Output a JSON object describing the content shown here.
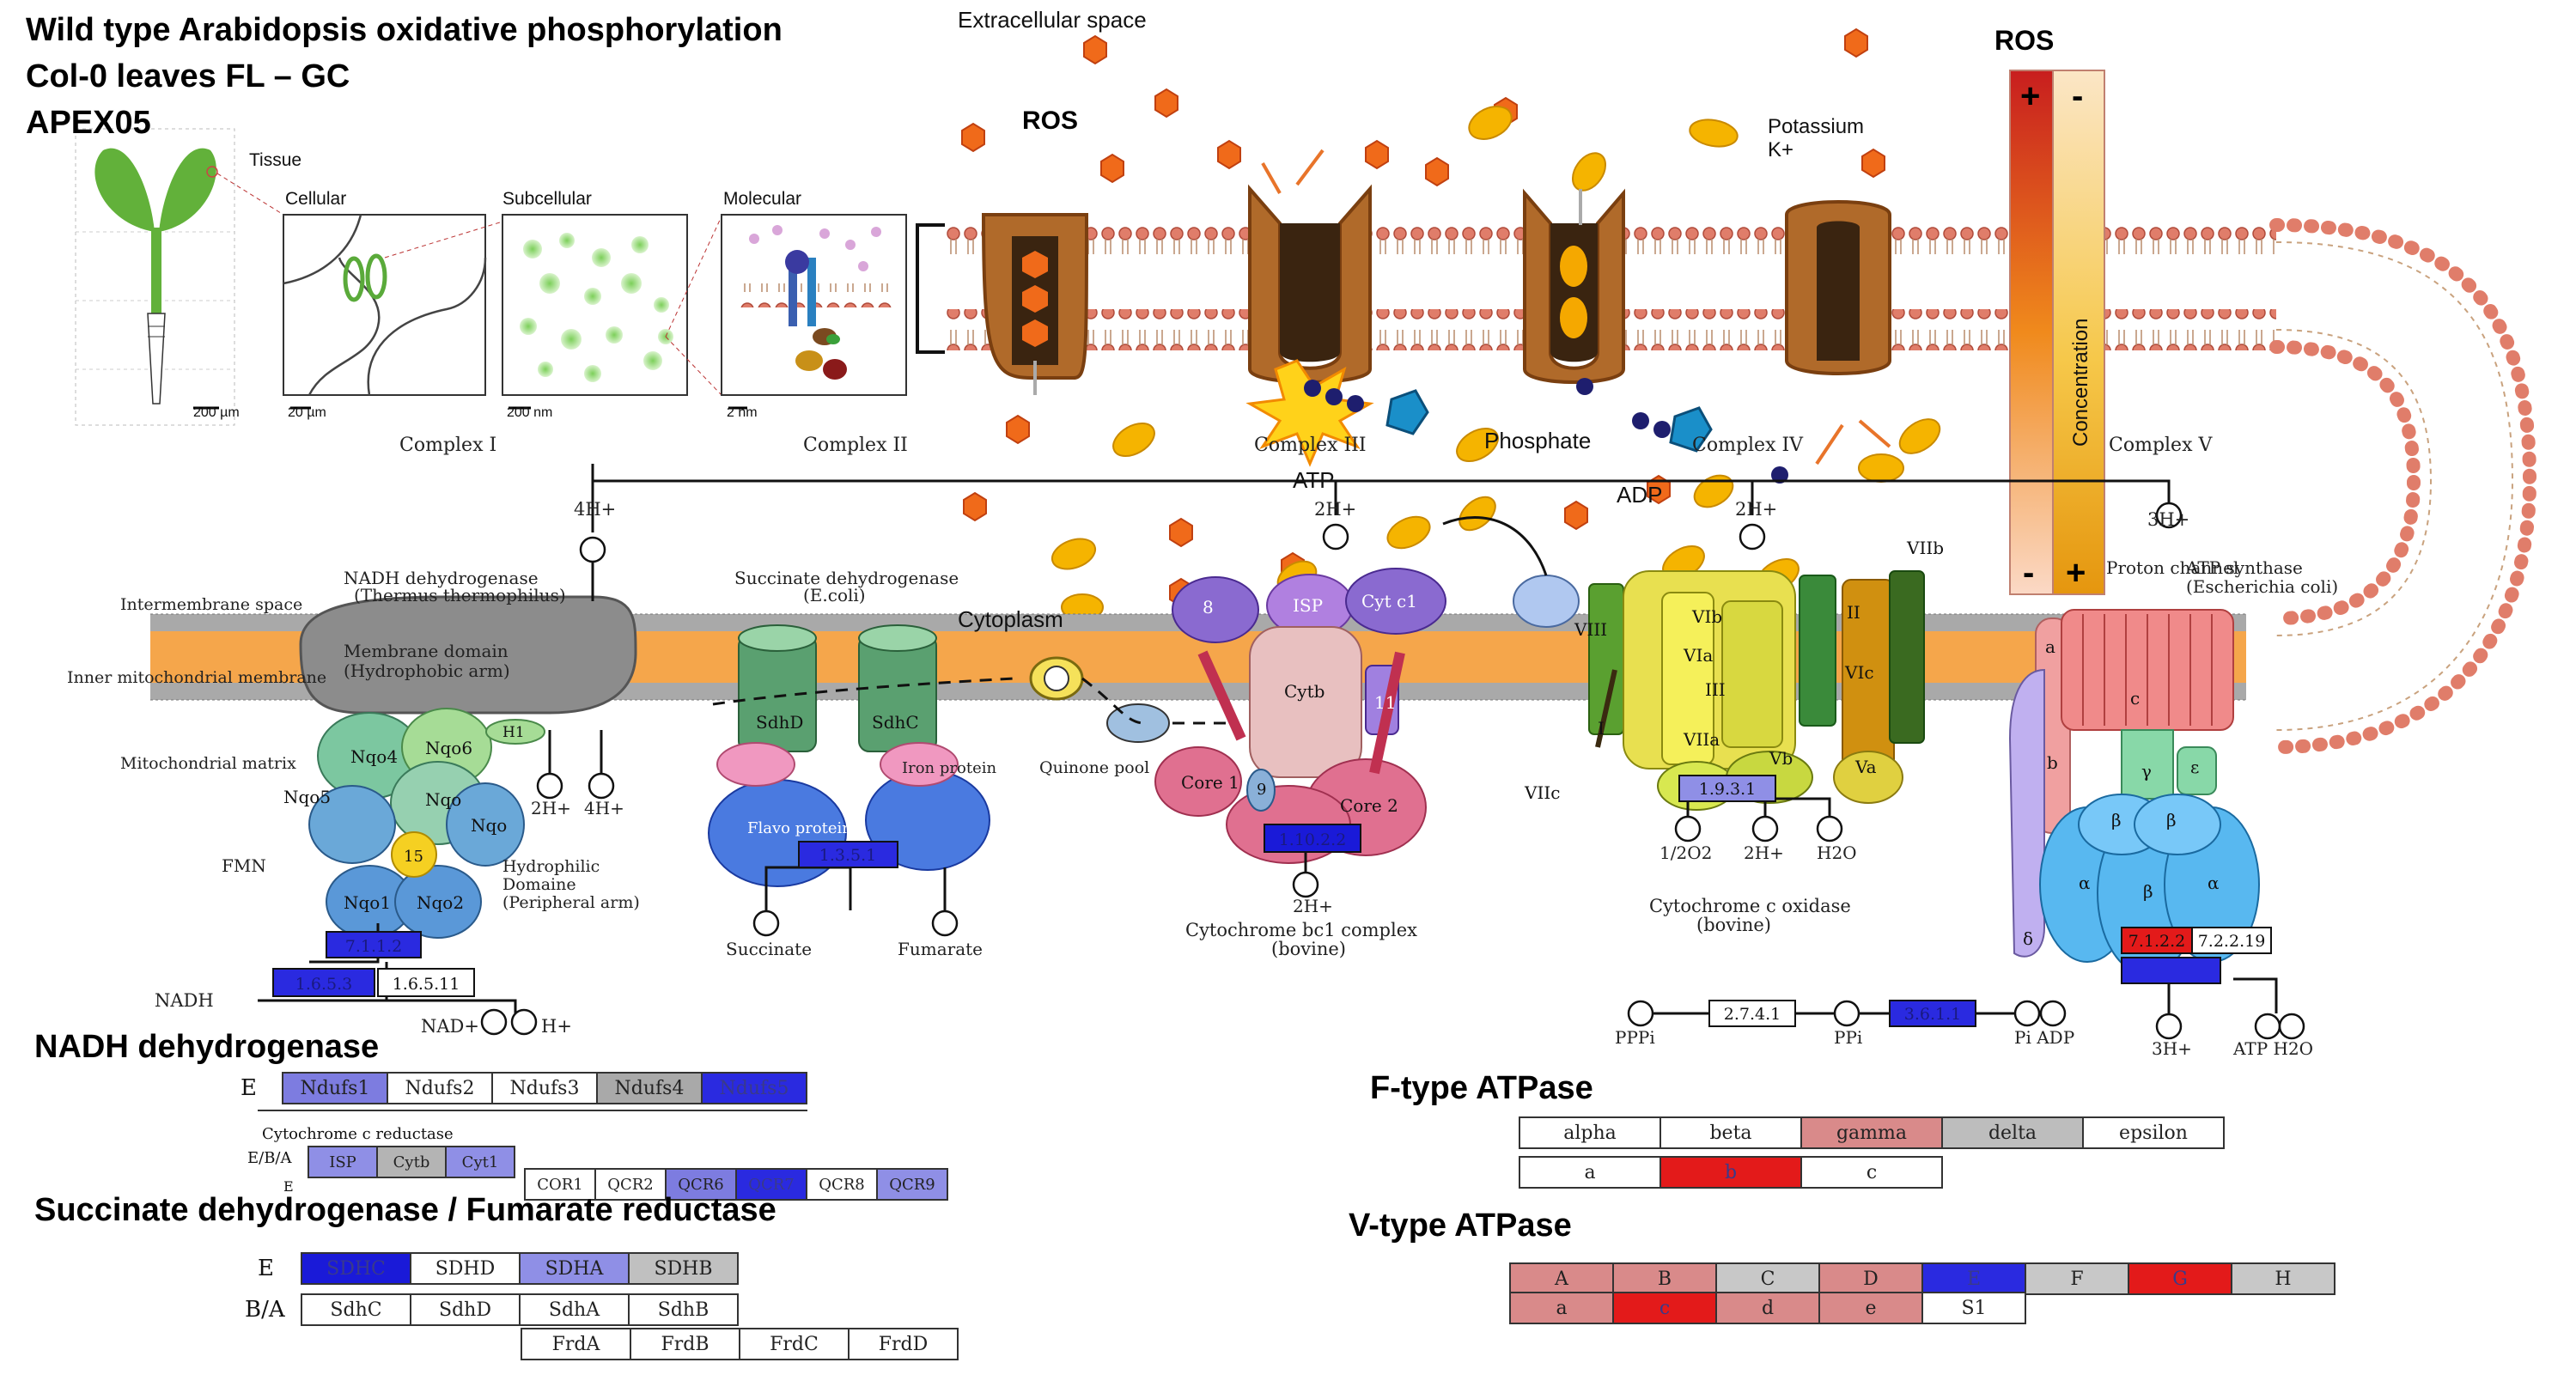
{
  "titles": {
    "line1": "Wild type Arabidopsis oxidative phosphorylation",
    "line2": "Col-0 leaves FL – GC",
    "line3": "APEX05"
  },
  "scales": {
    "tissue": "Tissue",
    "cellular": "Cellular",
    "subcellular": "Subcellular",
    "molecular": "Molecular",
    "bar1": "200 µm",
    "bar2": "20 µm",
    "bar3": "200 nm",
    "bar4": "2 nm"
  },
  "cell": {
    "extracellular": "Extracellular space",
    "ros": "ROS",
    "potassium": "Potassium",
    "k": "K+",
    "phosphate": "Phosphate",
    "atp": "ATP",
    "adp": "ADP",
    "cytoplasm": "Cytoplasm"
  },
  "legend": {
    "title": "ROS",
    "plus": "+",
    "minus": "-",
    "axis": "Concentration",
    "colors": {
      "high": "#c81e1e",
      "mid": "#f08a1c",
      "low": "#f6c84a",
      "pale": "#fbe6c6"
    }
  },
  "complexes": {
    "c1": "Complex I",
    "c2": "Complex II",
    "c3": "Complex III",
    "c4": "Complex IV",
    "c5": "Complex V"
  },
  "diagram": {
    "intermembrane": "Intermembrane space",
    "inner": "Inner mitochondrial membrane",
    "matrix": "Mitochondrial matrix",
    "nadh_title": "NADH dehydrogenase",
    "nadh_sub": "(Thermus thermophilus)",
    "membrane_domain": "Membrane domain",
    "hydrophobic_arm": "(Hydrophobic arm)",
    "hydrophilic": "Hydrophilic",
    "domaine": "Domaine",
    "peripheral": "(Peripheral arm)",
    "sdh_title": "Succinate dehydrogenase",
    "sdh_sub": "(E.coli)",
    "flavo": "Flavo protein",
    "iron": "Iron protein",
    "quinone": "Quinone pool",
    "cytbc1": "Cytochrome bc1 complex",
    "bovine": "(bovine)",
    "cox": "Cytochrome c oxidase",
    "atpsynth": "ATP synthase",
    "ecoli": "(Escherichia coli)",
    "proton_channel": "Proton channel",
    "h4": "4H+",
    "h2h": "2H+",
    "h2": "2H+",
    "h3": "3H+",
    "nadh": "NADH",
    "nadhp": "NAD+",
    "hplus": "H+",
    "succinate": "Succinate",
    "fumarate": "Fumarate",
    "o2": "1/2O2",
    "h2o": "H2O",
    "pppi": "PPPi",
    "ppi": "PPi",
    "piadp": "Pi ADP",
    "atph2o": "ATP H2O",
    "fmn": "FMN",
    "ec_1652": "1.6.5.3",
    "ec_16511": "1.6.5.11",
    "ec_153": "1.3.5.1",
    "ec_1102": "1.10.2.2",
    "ec_1931": "1.9.3.1",
    "ec_7122": "7.1.2.2",
    "ec_72219": "7.2.2.19",
    "ec_2741": "2.7.4.1",
    "ec_3611": "3.6.1.1",
    "ec_714": "7.1.1.2"
  },
  "tables": {
    "nadh": {
      "title": "NADH dehydrogenase",
      "row_label": "E",
      "cells": [
        {
          "t": "Ndufs1",
          "c": "#7d7ce0"
        },
        {
          "t": "Ndufs2",
          "c": "#ffffff"
        },
        {
          "t": "Ndufs3",
          "c": "#ffffff"
        },
        {
          "t": "Ndufs4",
          "c": "#a9a9a9"
        },
        {
          "t": "Ndufs5",
          "c": "#2a2ae0"
        }
      ],
      "cyt_title": "Cytochrome c reductase",
      "cyt_label": "E/B/A",
      "cyt_cells": [
        {
          "t": "ISP",
          "c": "#8f8fe6"
        },
        {
          "t": "Cytb",
          "c": "#b4b4b4"
        },
        {
          "t": "Cyt1",
          "c": "#8f8fe6"
        }
      ],
      "qcr_label": "E",
      "qcr_cells": [
        {
          "t": "COR1",
          "c": "#ffffff"
        },
        {
          "t": "QCR2",
          "c": "#ffffff"
        },
        {
          "t": "QCR6",
          "c": "#7d7ce0"
        },
        {
          "t": "QCR7",
          "c": "#2a2ae0"
        },
        {
          "t": "QCR8",
          "c": "#ffffff"
        },
        {
          "t": "QCR9",
          "c": "#8f8fe6"
        }
      ]
    },
    "sdh": {
      "title": "Succinate dehydrogenase / Fumarate reductase",
      "row_e": "E",
      "e_cells": [
        {
          "t": "SDHC",
          "c": "#1a1ad8"
        },
        {
          "t": "SDHD",
          "c": "#ffffff"
        },
        {
          "t": "SDHA",
          "c": "#8f8fe6"
        },
        {
          "t": "SDHB",
          "c": "#c0c0c0"
        }
      ],
      "row_ba": "B/A",
      "ba_cells": [
        "SdhC",
        "SdhD",
        "SdhA",
        "SdhB"
      ],
      "frd_cells": [
        "FrdA",
        "FrdB",
        "FrdC",
        "FrdD"
      ]
    },
    "ftype": {
      "title": "F-type ATPase",
      "row1": [
        {
          "t": "alpha",
          "c": "#ffffff"
        },
        {
          "t": "beta",
          "c": "#ffffff"
        },
        {
          "t": "gamma",
          "c": "#d98a8a"
        },
        {
          "t": "delta",
          "c": "#bdbdbd"
        },
        {
          "t": "epsilon",
          "c": "#ffffff"
        }
      ],
      "row2": [
        {
          "t": "a",
          "c": "#ffffff"
        },
        {
          "t": "b",
          "c": "#e31a1a"
        },
        {
          "t": "c",
          "c": "#ffffff"
        }
      ]
    },
    "vtype": {
      "title": "V-type ATPase",
      "row1": [
        {
          "t": "A",
          "c": "#d98a8a"
        },
        {
          "t": "B",
          "c": "#d98a8a"
        },
        {
          "t": "C",
          "c": "#c8c8c8"
        },
        {
          "t": "D",
          "c": "#d98a8a"
        },
        {
          "t": "E",
          "c": "#2a2ae0"
        },
        {
          "t": "F",
          "c": "#c8c8c8"
        },
        {
          "t": "G",
          "c": "#e31a1a"
        },
        {
          "t": "H",
          "c": "#c8c8c8"
        }
      ],
      "row2": [
        {
          "t": "a",
          "c": "#d98a8a"
        },
        {
          "t": "c",
          "c": "#e31a1a"
        },
        {
          "t": "d",
          "c": "#d98a8a"
        },
        {
          "t": "e",
          "c": "#d98a8a"
        },
        {
          "t": "S1",
          "c": "#ffffff"
        }
      ]
    }
  }
}
